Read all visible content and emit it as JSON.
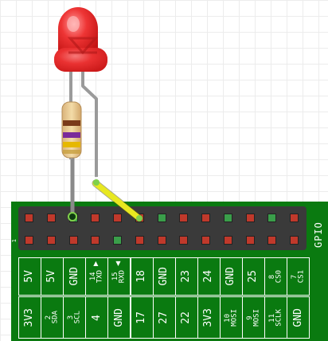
{
  "board": {
    "title": "GPIO",
    "pin1_marker": "1",
    "top_row_labels": [
      "5V",
      "5V",
      "GND",
      "14\nTXD",
      "15\nRXD",
      "18",
      "GND",
      "23",
      "24",
      "GND",
      "25",
      "8\nCS0",
      "7\nCS1"
    ],
    "bottom_row_labels": [
      "3V3",
      "2\nSDA",
      "3\nSCL",
      "4",
      "GND",
      "17",
      "27",
      "22",
      "3V3",
      "10\nMOSI",
      "9\nMOSI",
      "11\nSCLK",
      "GND"
    ],
    "arrow_markers": {
      "txd": "▲",
      "rxd": "▼"
    }
  },
  "components": [
    {
      "name": "led",
      "color": "#e8282c"
    },
    {
      "name": "resistor",
      "bands": [
        "#7a3a1a",
        "#7a2a9a",
        "#e6b800",
        "#c8a040"
      ]
    }
  ],
  "colors": {
    "board": "#0a7a10",
    "header": "#3a3a3a",
    "pin_red": "#c0392b",
    "pin_green": "#3a9e4a",
    "wire_gray": "#8a8a8a",
    "wire_yellow": "#e8e820"
  }
}
